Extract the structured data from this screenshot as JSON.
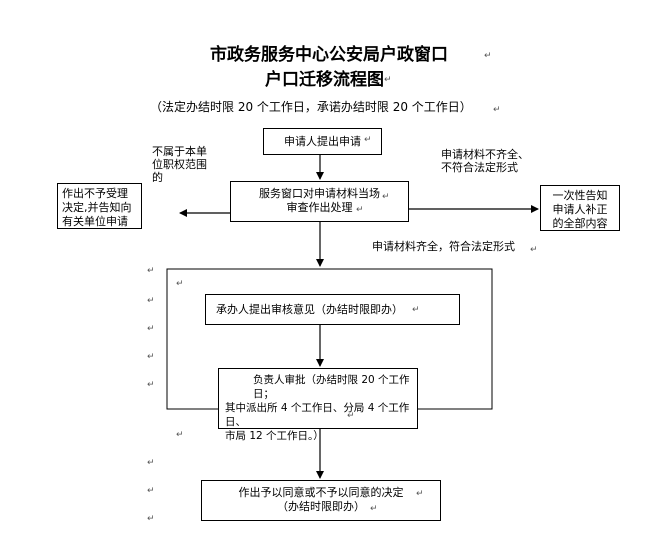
{
  "title_line1": "市政务服务中心公安局户政窗口",
  "title_line2": "户口迁移流程图",
  "subtitle": "（法定办结时限 20 个工作日，承诺办结时限 20 个工作日）",
  "step_apply": "申请人提出申请",
  "step_window_line1": "服务窗口对申请材料当场",
  "step_window_line2": "审查作出处理",
  "left_condition_line1": "不属于本单",
  "left_condition_line2": "位职权范围",
  "left_condition_line3": "的",
  "left_result_line1": "作出不予受理",
  "left_result_line2": "决定,并告知向",
  "left_result_line3": "有关单位申请",
  "right_condition_line1": "申请材料不齐全、",
  "right_condition_line2": "不符合法定形式",
  "right_result_line1": "一次性告知",
  "right_result_line2": "申请人补正",
  "right_result_line3": "的全部内容",
  "middle_condition": "申请材料齐全，符合法定形式",
  "step_review": "承办人提出审核意见（办结时限即办）",
  "step_approve_line1": "负责人审批（办结时限 20 个工作日；",
  "step_approve_line2": "其中派出所 4 个工作日、分局 4 个工作日、",
  "step_approve_line3": "市局 12 个工作日。）",
  "step_decision_line1": "作出予以同意或不予以同意的决定",
  "step_decision_line2": "（办结时限即办）",
  "paragraph_mark": "↵",
  "colors": {
    "line": "#000000",
    "background": "#ffffff"
  }
}
